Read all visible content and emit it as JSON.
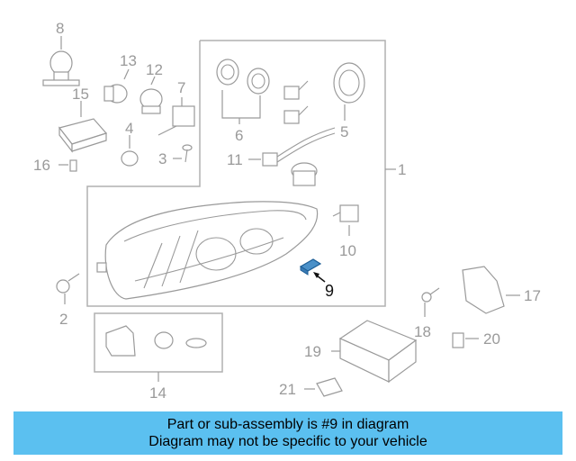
{
  "diagram": {
    "callouts": {
      "c1": "1",
      "c2": "2",
      "c3": "3",
      "c4": "4",
      "c5": "5",
      "c6": "6",
      "c7": "7",
      "c8": "8",
      "c9": "9",
      "c10": "10",
      "c11": "11",
      "c12": "12",
      "c13": "13",
      "c14": "14",
      "c15": "15",
      "c16": "16",
      "c17": "17",
      "c18": "18",
      "c19": "19",
      "c20": "20",
      "c21": "21"
    },
    "highlight_color": "#4a90c8",
    "line_color": "#9a9a9a"
  },
  "banner": {
    "line1": "Part or sub-assembly is #9 in diagram",
    "line2": "Diagram may not be specific to your vehicle",
    "background": "#5bc0f0"
  }
}
